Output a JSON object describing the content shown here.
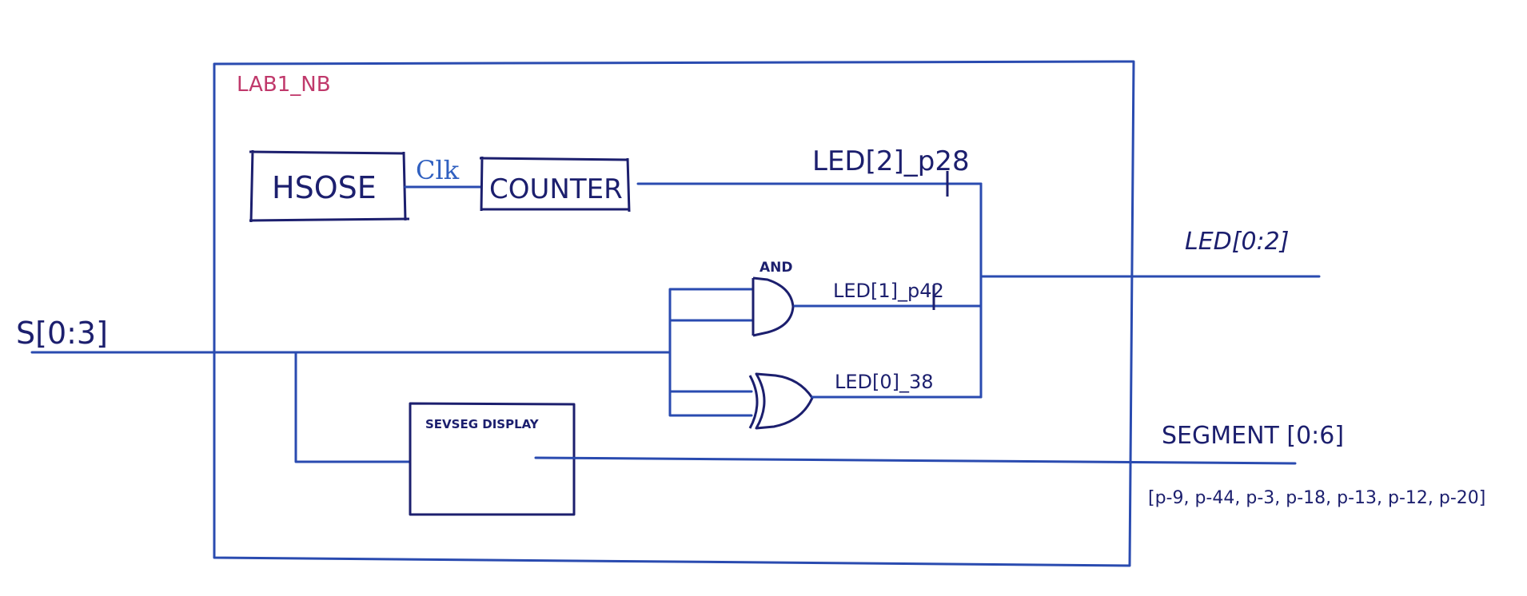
{
  "module": {
    "name": "LAB1_NB"
  },
  "blocks": {
    "oscillator": "HSOSE",
    "counter": "COUNTER",
    "display": "SEVSEG DISPLAY",
    "and_gate": "AND"
  },
  "signals": {
    "clock": "Clk",
    "input_bus": "S[0:3]",
    "led2": "LED[2]_p28",
    "led1": "LED[1]_p42",
    "led0": "LED[0]_38",
    "led_bus": "LED[0:2]",
    "segment_bus": "SEGMENT [0:6]",
    "segment_pins": "[p-9, p-44, p-3, p-18, p-13, p-12, p-20]"
  },
  "colors": {
    "wire": "#2a4bb0",
    "ink": "#1c1f6e",
    "module_label": "#c0396b",
    "clock_label": "#3060c0"
  }
}
